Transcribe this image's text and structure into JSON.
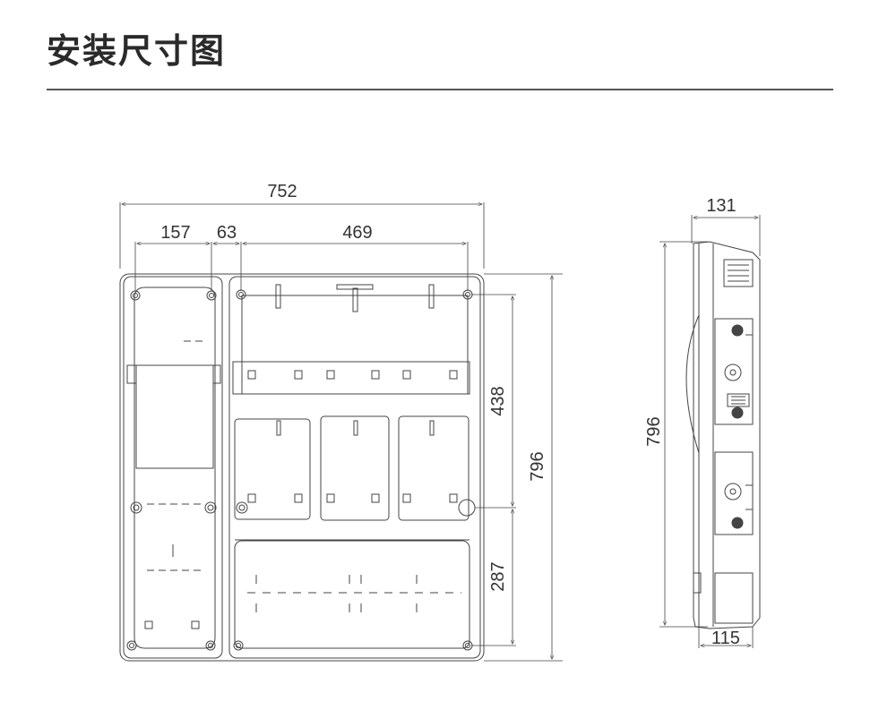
{
  "page": {
    "title": "安装尺寸图"
  },
  "dimensions": {
    "overall_width": "752",
    "left_section_width": "157",
    "gap_width": "63",
    "right_section_width": "469",
    "overall_height": "796",
    "upper_height": "438",
    "lower_height": "287",
    "side_depth": "131",
    "side_base_depth": "115",
    "side_height": "796"
  },
  "colors": {
    "line": "#444444",
    "text": "#333333",
    "rule": "#555555"
  }
}
